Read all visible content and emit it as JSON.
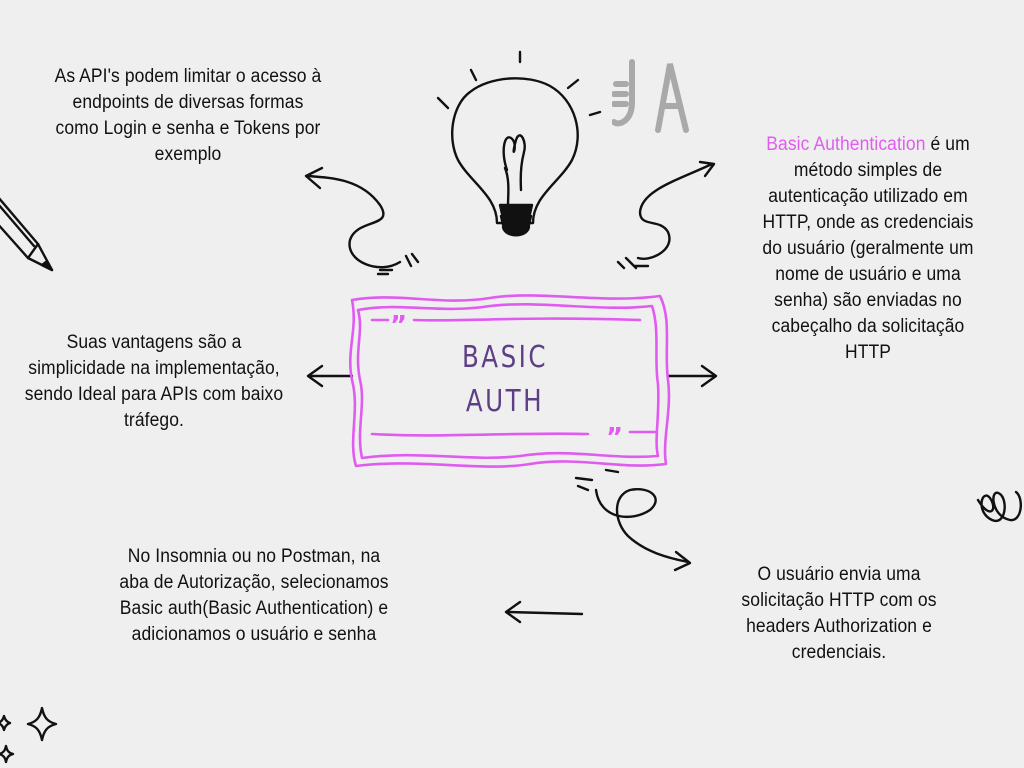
{
  "center": {
    "title_line1": "BASIC",
    "title_line2": "AUTH"
  },
  "notes": {
    "top_left": "As API's podem limitar o acesso à endpoints de diversas formas como Login e senha e Tokens por exemplo",
    "mid_left": "Suas vantagens são a simplicidade na implementação, sendo  Ideal para APIs com baixo tráfego.",
    "bottom_left": "No Insomnia ou no Postman, na aba de Autorização, selecionamos Basic auth(Basic Authentication) e adicionamos o usuário e senha",
    "right_highlight": "Basic Authentication",
    "right": " é um método simples de autenticação utilizado em HTTP, onde as credenciais do usuário (geralmente um nome de usuário e uma senha) são enviadas no cabeçalho da solicitação HTTP",
    "bottom_right": "O usuário envia uma solicitação HTTP com os headers Authorization e credenciais."
  },
  "colors": {
    "frame": "#e05cf0",
    "title": "#5e3f86",
    "highlight": "#e05cf0",
    "logo": "#a9a9a9",
    "background": "#efefef"
  },
  "icons": [
    "lightbulb-icon",
    "pencil-icon",
    "sparkle-icon",
    "logo-icon"
  ]
}
